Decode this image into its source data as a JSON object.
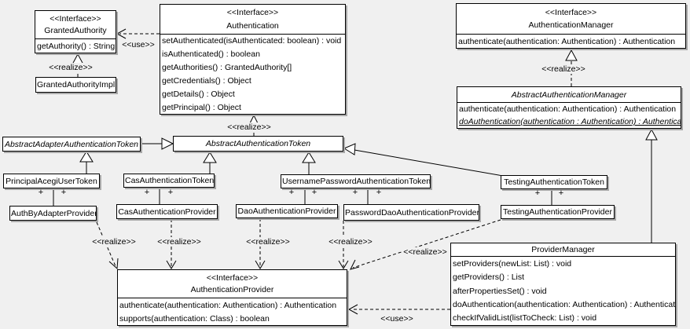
{
  "colors": {
    "background": "#f0f0f0",
    "box_fill": "#ffffff",
    "line": "#000000",
    "shadow": "#a8a8a8"
  },
  "labels": {
    "use": "<<use>>",
    "realize": "<<realize>>",
    "plus": "+"
  },
  "classes": {
    "granted_authority": {
      "stereotype": "<<Interface>>",
      "name": "GrantedAuthority",
      "methods": [
        "getAuthority() : String"
      ]
    },
    "granted_authority_impl": {
      "name": "GrantedAuthorityImpl"
    },
    "authentication": {
      "stereotype": "<<Interface>>",
      "name": "Authentication",
      "methods": [
        "setAuthenticated(isAuthenticated: boolean) : void",
        "isAuthenticated() : boolean",
        "getAuthorities() : GrantedAuthority[]",
        "getCredentials() : Object",
        "getDetails() : Object",
        "getPrincipal() : Object"
      ]
    },
    "authentication_manager": {
      "stereotype": "<<Interface>>",
      "name": "AuthenticationManager",
      "methods": [
        "authenticate(authentication: Authentication) : Authentication"
      ]
    },
    "abstract_authentication_manager": {
      "name": "AbstractAuthenticationManager",
      "methods": [
        "authenticate(authentication: Authentication) : Authentication",
        "doAuthentication(authentication : Authentication) : Authentication"
      ]
    },
    "abstract_adapter_authentication_token": {
      "name": "AbstractAdapterAuthenticationToken"
    },
    "abstract_authentication_token": {
      "name": "AbstractAuthenticationToken"
    },
    "principal_acegi_user_token": {
      "name": "PrincipalAcegiUserToken"
    },
    "cas_authentication_token": {
      "name": "CasAuthenticationToken"
    },
    "username_password_authentication_token": {
      "name": "UsernamePasswordAuthenticationToken"
    },
    "testing_authentication_token": {
      "name": "TestingAuthenticationToken"
    },
    "auth_by_adapter_provider": {
      "name": "AuthByAdapterProvider"
    },
    "cas_authentication_provider": {
      "name": "CasAuthenticationProvider"
    },
    "dao_authentication_provider": {
      "name": "DaoAuthenticationProvider"
    },
    "password_dao_authentication_provider": {
      "name": "PasswordDaoAuthenticationProvider"
    },
    "testing_authentication_provider": {
      "name": "TestingAuthenticationProvider"
    },
    "authentication_provider": {
      "stereotype": "<<Interface>>",
      "name": "AuthenticationProvider",
      "methods": [
        "authenticate(authentication: Authentication) : Authentication",
        "supports(authentication: Class) : boolean"
      ]
    },
    "provider_manager": {
      "name": "ProviderManager",
      "methods": [
        "setProviders(newList: List) : void",
        "getProviders() : List",
        "afterPropertiesSet() : void",
        "doAuthentication(authentication: Authentication) : Authentication",
        "checkIfValidList(listToCheck: List) : void"
      ]
    }
  },
  "relationships": [
    {
      "from": "GrantedAuthorityImpl",
      "to": "GrantedAuthority",
      "type": "realize"
    },
    {
      "from": "Authentication",
      "to": "GrantedAuthority",
      "type": "use"
    },
    {
      "from": "AbstractAuthenticationToken",
      "to": "Authentication",
      "type": "realize"
    },
    {
      "from": "AbstractAuthenticationManager",
      "to": "AuthenticationManager",
      "type": "realize"
    },
    {
      "from": "AbstractAdapterAuthenticationToken",
      "to": "AbstractAuthenticationToken",
      "type": "generalization"
    },
    {
      "from": "PrincipalAcegiUserToken",
      "to": "AbstractAdapterAuthenticationToken",
      "type": "generalization"
    },
    {
      "from": "CasAuthenticationToken",
      "to": "AbstractAuthenticationToken",
      "type": "generalization"
    },
    {
      "from": "UsernamePasswordAuthenticationToken",
      "to": "AbstractAuthenticationToken",
      "type": "generalization"
    },
    {
      "from": "TestingAuthenticationToken",
      "to": "AbstractAuthenticationToken",
      "type": "generalization"
    },
    {
      "from": "ProviderManager",
      "to": "AbstractAuthenticationManager",
      "type": "generalization"
    },
    {
      "from": "PrincipalAcegiUserToken",
      "to": "AuthByAdapterProvider",
      "type": "association"
    },
    {
      "from": "CasAuthenticationToken",
      "to": "CasAuthenticationProvider",
      "type": "association"
    },
    {
      "from": "UsernamePasswordAuthenticationToken",
      "to": "DaoAuthenticationProvider",
      "type": "association"
    },
    {
      "from": "UsernamePasswordAuthenticationToken",
      "to": "PasswordDaoAuthenticationProvider",
      "type": "association"
    },
    {
      "from": "TestingAuthenticationToken",
      "to": "TestingAuthenticationProvider",
      "type": "association"
    },
    {
      "from": "AuthByAdapterProvider",
      "to": "AuthenticationProvider",
      "type": "realize"
    },
    {
      "from": "CasAuthenticationProvider",
      "to": "AuthenticationProvider",
      "type": "realize"
    },
    {
      "from": "DaoAuthenticationProvider",
      "to": "AuthenticationProvider",
      "type": "realize"
    },
    {
      "from": "PasswordDaoAuthenticationProvider",
      "to": "AuthenticationProvider",
      "type": "realize"
    },
    {
      "from": "TestingAuthenticationProvider",
      "to": "AuthenticationProvider",
      "type": "realize"
    },
    {
      "from": "ProviderManager",
      "to": "AuthenticationProvider",
      "type": "use"
    }
  ]
}
